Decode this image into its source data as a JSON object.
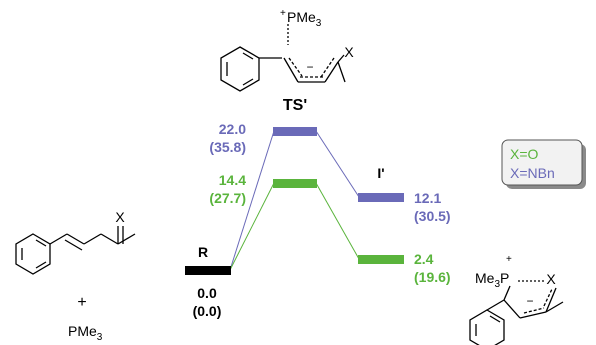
{
  "colors": {
    "o_series": "#5ab43c",
    "nbn_series": "#6a6ab8",
    "reference": "#000000",
    "legend_bg": "#f2f2f2"
  },
  "states": {
    "r": {
      "label": "R",
      "value": "0.0",
      "value_paren": "(0.0)"
    },
    "ts": {
      "label": "TS'",
      "nbn": {
        "value": "22.0",
        "value_paren": "(35.8)"
      },
      "o": {
        "value": "14.4",
        "value_paren": "(27.7)"
      }
    },
    "int": {
      "label": "I'",
      "nbn": {
        "value": "12.1",
        "value_paren": "(30.5)"
      },
      "o": {
        "value": "2.4",
        "value_paren": "(19.6)"
      }
    }
  },
  "legend": {
    "o_label": "X=O",
    "nbn_label": "X=NBn"
  },
  "molecules": {
    "enone": {
      "x_atom": "X"
    },
    "plus_sign": "+",
    "phosphine": {
      "formula": "PMe",
      "sub": "3"
    },
    "ts_structure": {
      "charge_plus": "+",
      "group": "PMe",
      "sub": "3",
      "charge_minus": "−",
      "x_atom": "X"
    },
    "product": {
      "charge_plus": "+",
      "group": "Me",
      "sub": "3",
      "p_atom": "P",
      "x_atom": "X",
      "charge_minus": "−"
    }
  }
}
